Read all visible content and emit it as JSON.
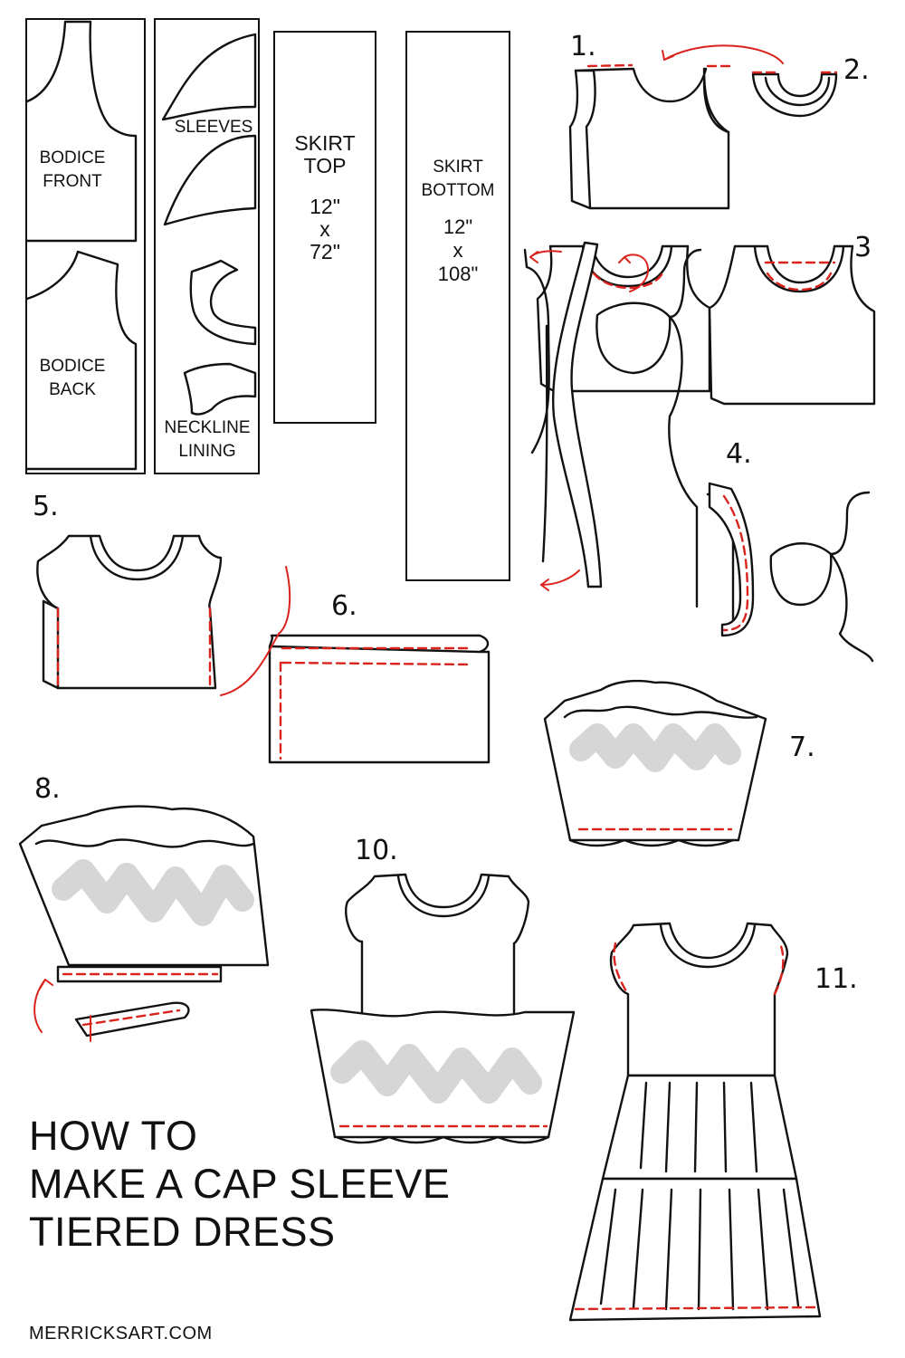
{
  "pattern_pieces": {
    "bodice_front": [
      "BODICE",
      "FRONT"
    ],
    "bodice_back": [
      "BODICE",
      "BACK"
    ],
    "sleeves": [
      "SLEEVES"
    ],
    "neckline_lining": [
      "NECKLINE",
      "LINING"
    ],
    "skirt_top": [
      "SKIRT",
      "TOP",
      "12\"",
      "x",
      "72\""
    ],
    "skirt_bottom": [
      "SKIRT",
      "BOTTOM",
      "12\"",
      "x",
      "108\""
    ]
  },
  "steps": [
    "1.",
    "2.",
    "3",
    "4.",
    "5.",
    "6.",
    "7.",
    "8.",
    "10.",
    "11."
  ],
  "title_lines": [
    "HOW TO",
    "MAKE A CAP SLEEVE",
    "TIERED DRESS"
  ],
  "site": "MERRICKSART.COM",
  "colors": {
    "ink": "#111111",
    "stitch": "#d9231c",
    "shade": "#cfcfcf"
  }
}
